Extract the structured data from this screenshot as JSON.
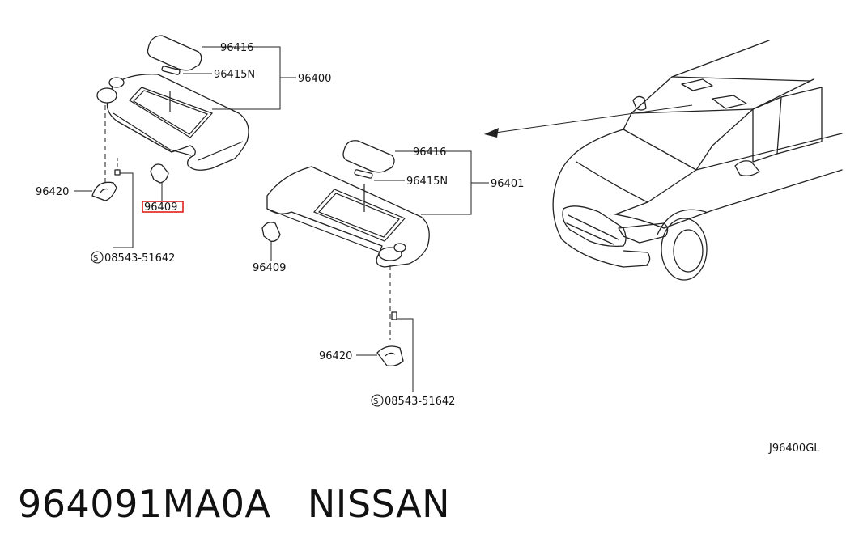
{
  "diagram": {
    "left_assembly": {
      "assembly_number": "96400",
      "mirror_cover": "96416",
      "mirror_lamp": "96415N",
      "holder": "96409",
      "holder_highlight_color": "#e0201a",
      "clip": "96420",
      "screw": "08543-51642",
      "screw_symbol": "S"
    },
    "right_assembly": {
      "assembly_number": "96401",
      "mirror_cover": "96416",
      "mirror_lamp": "96415N",
      "holder": "96409",
      "clip": "96420",
      "screw": "08543-51642",
      "screw_symbol": "S"
    },
    "reference_code": "J96400GL"
  },
  "caption": {
    "part_number": "964091MA0A",
    "brand": "NISSAN"
  }
}
